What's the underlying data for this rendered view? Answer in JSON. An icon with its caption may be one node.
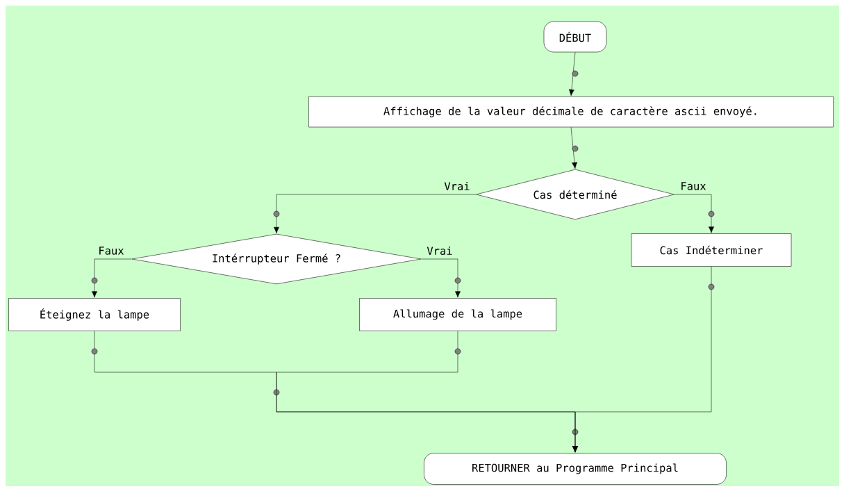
{
  "diagram": {
    "nodes": [
      {
        "text": [
          "DÉBUT"
        ]
      },
      {
        "text": [
          "Affichage de la valeur décimale de caractère ascii envoyé."
        ]
      },
      {
        "text": [
          "Cas déterminé"
        ]
      },
      {
        "text": [
          "Intérrupteur Fermé ?"
        ]
      },
      {
        "text": [
          "Cas Indéterminer"
        ]
      },
      {
        "text": [
          "Éteignez la lampe"
        ]
      },
      {
        "text": [
          "Allumage de la lampe"
        ]
      },
      {
        "text": [
          "RETOURNER au Programme Principal"
        ]
      }
    ],
    "edges": [
      {
        "from": 0,
        "to": 1,
        "arrow": "to"
      },
      {
        "from": 1,
        "to": 2,
        "arrow": "to"
      },
      {
        "from": 2,
        "to": 3,
        "arrow": "to",
        "label": "Vrai"
      },
      {
        "from": 2,
        "to": 4,
        "arrow": "to",
        "label": "Faux"
      },
      {
        "from": 3,
        "to": 5,
        "arrow": "to",
        "label": "Faux"
      },
      {
        "from": 3,
        "to": 6,
        "arrow": "to",
        "label": "Vrai"
      },
      {
        "from": 5,
        "to": 7,
        "arrow": "to"
      },
      {
        "from": 6,
        "to": 7,
        "arrow": "to"
      },
      {
        "from": 4,
        "to": 7,
        "arrow": "to"
      }
    ]
  }
}
